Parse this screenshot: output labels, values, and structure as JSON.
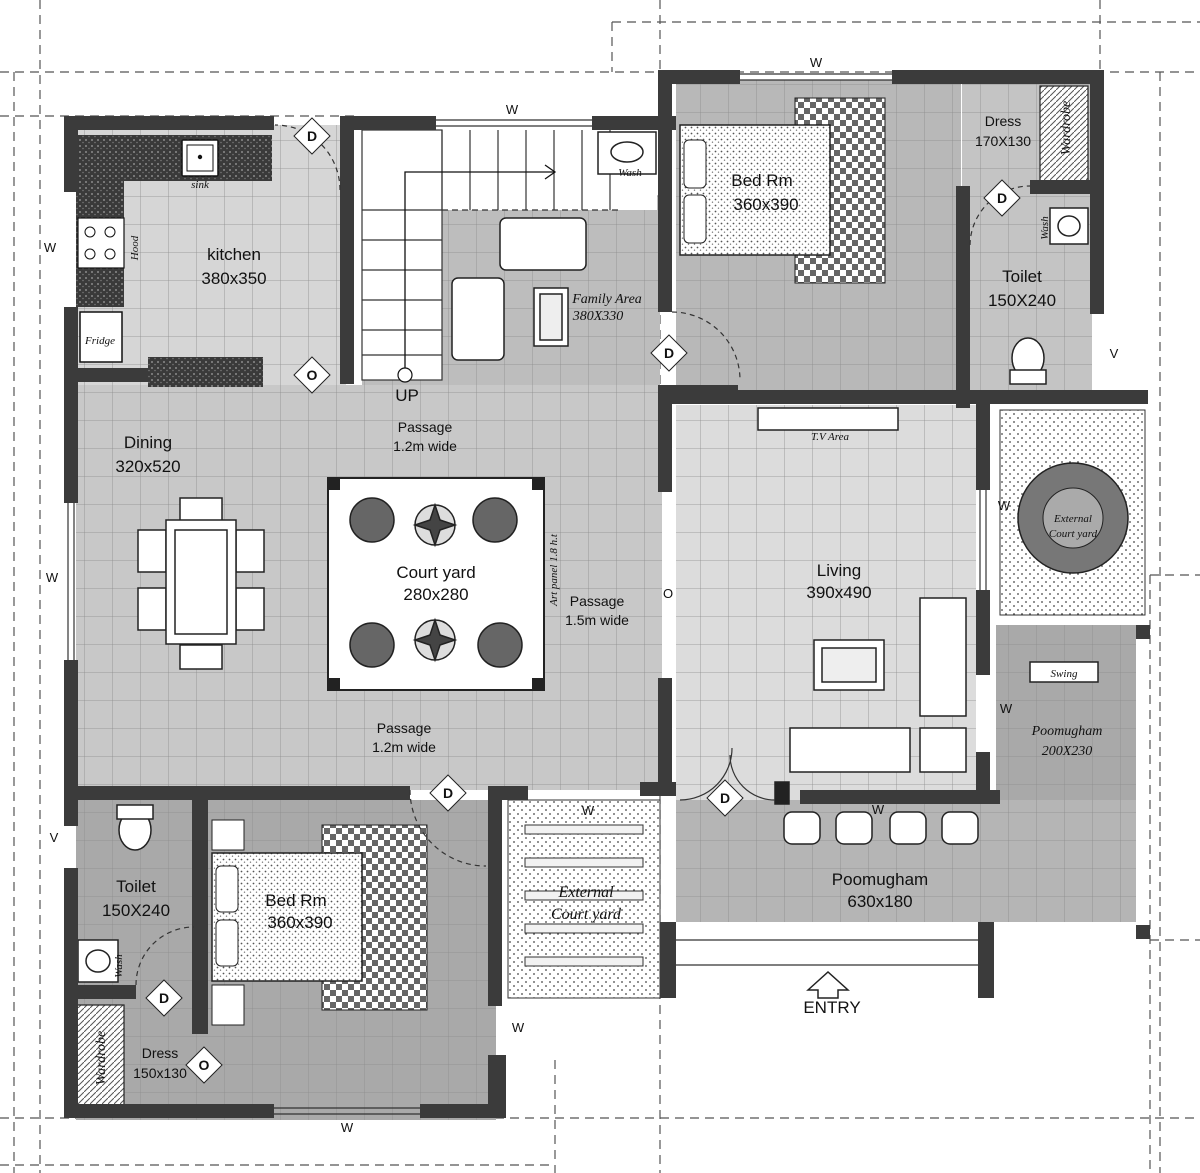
{
  "colors": {
    "wall": "#3b3b3b",
    "floor_light": "#d6d6d6",
    "floor_mid": "#bdbdbd",
    "floor_dark": "#a9a9a9",
    "grid": "#8c8c8c",
    "background": "#ffffff"
  },
  "rooms": {
    "kitchen": {
      "name": "kitchen",
      "size": "380x350"
    },
    "dining": {
      "name": "Dining",
      "size": "320x520"
    },
    "courtyard": {
      "name": "Court yard",
      "size": "280x280",
      "note": "Art panel 1.8 h.t"
    },
    "family_area": {
      "name": "Family Area",
      "size": "380X330"
    },
    "bed_top": {
      "name": "Bed Rm",
      "size": "360x390"
    },
    "dress_top": {
      "name": "Dress",
      "size": "170X130"
    },
    "toilet_top": {
      "name": "Toilet",
      "size": "150X240"
    },
    "living": {
      "name": "Living",
      "size": "390x490",
      "tv": "T.V Area"
    },
    "poomugham_side": {
      "name": "Poomugham",
      "size": "200X230",
      "swing": "Swing"
    },
    "poomugham_front": {
      "name": "Poomugham",
      "size": "630x180"
    },
    "toilet_bottom": {
      "name": "Toilet",
      "size": "150X240"
    },
    "bed_bottom": {
      "name": "Bed Rm",
      "size": "360x390"
    },
    "dress_bottom": {
      "name": "Dress",
      "size": "150x130"
    },
    "external_courtyard": {
      "line1": "External",
      "line2": "Court yard"
    },
    "planter": {
      "line1": "External",
      "line2": "Court yard"
    }
  },
  "passages": {
    "upper": {
      "name": "Passage",
      "width": "1.2m wide"
    },
    "right": {
      "name": "Passage",
      "width": "1.5m wide"
    },
    "lower": {
      "name": "Passage",
      "width": "1.2m wide"
    }
  },
  "fixtures": {
    "sink": "sink",
    "hood": "Hood",
    "fridge": "Fridge",
    "wash": "Wash",
    "wardrobe": "Wardrobe",
    "up": "UP",
    "entry": "ENTRY"
  },
  "markers": {
    "door": "D",
    "opening": "O",
    "window": "W",
    "ventilator": "V"
  }
}
